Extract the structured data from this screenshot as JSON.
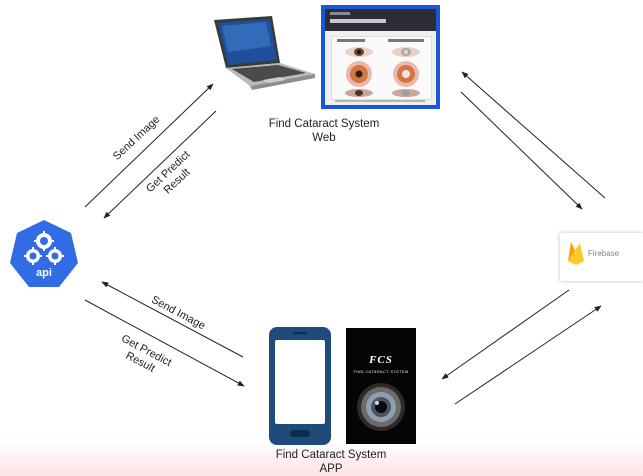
{
  "nodes": {
    "web": {
      "caption_line1": "Find Cataract System",
      "caption_line2": "Web"
    },
    "app": {
      "caption_line1": "Find Cataract System",
      "caption_line2": "APP"
    },
    "api": {
      "label": "api"
    },
    "firebase": {
      "label": "Firebase"
    },
    "fcs": {
      "title": "FCS",
      "subtitle": "FIND CATARACT SYSTEM"
    }
  },
  "edges": {
    "api_to_web_label": "Send Image",
    "web_to_api_label_line1": "Get Predict",
    "web_to_api_label_line2": "Result",
    "app_to_api_label": "Send Image",
    "api_to_app_label_line1": "Get Predict",
    "api_to_app_label_line2": "Result"
  },
  "colors": {
    "api_blue": "#326ce5",
    "web_frame_blue": "#1858d6",
    "firebase_yellow": "#ffca28",
    "firebase_orange": "#f57c00",
    "arrow": "#222222"
  }
}
